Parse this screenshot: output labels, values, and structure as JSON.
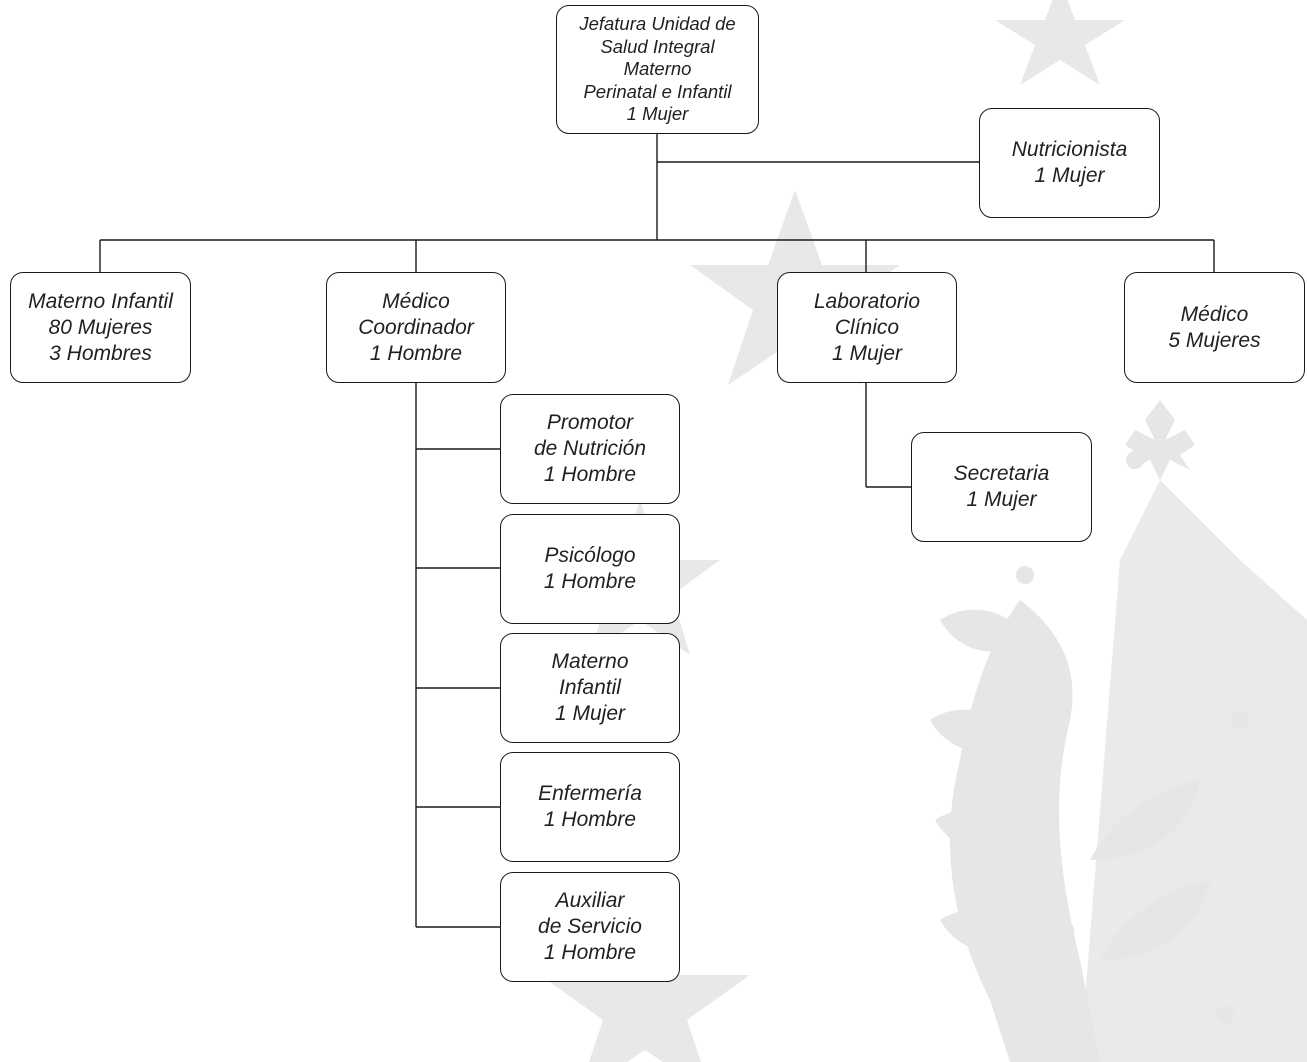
{
  "colors": {
    "line": "#1a1a1a",
    "box_border": "#1a1a1a",
    "text": "#231f20",
    "watermark": "#e6e6e6"
  },
  "watermark": {
    "description_icon": "national-coat-of-arms-watermark-icon"
  },
  "org_chart": {
    "root": {
      "title": "Jefatura Unidad de\nSalud Integral\nMaterno\nPerinatal e Infantil",
      "count": "1 Mujer"
    },
    "nutricionista": {
      "title": "Nutricionista",
      "count": "1 Mujer"
    },
    "materno_infantil": {
      "title": "Materno Infantil",
      "count": "80 Mujeres\n3 Hombres"
    },
    "medico_coordinador": {
      "title": "Médico\nCoordinador",
      "count": "1 Hombre"
    },
    "laboratorio_clinico": {
      "title": "Laboratorio\nClínico",
      "count": "1 Mujer"
    },
    "medico": {
      "title": "Médico",
      "count": "5 Mujeres"
    },
    "promotor_nutricion": {
      "title": "Promotor\nde Nutrición",
      "count": "1 Hombre"
    },
    "psicologo": {
      "title": "Psicólogo",
      "count": "1 Hombre"
    },
    "materno_infantil_sub": {
      "title": "Materno\nInfantil",
      "count": "1 Mujer"
    },
    "enfermeria": {
      "title": "Enfermería",
      "count": "1 Hombre"
    },
    "auxiliar_servicio": {
      "title": "Auxiliar\nde Servicio",
      "count": "1 Hombre"
    },
    "secretaria": {
      "title": "Secretaria",
      "count": "1 Mujer"
    }
  }
}
